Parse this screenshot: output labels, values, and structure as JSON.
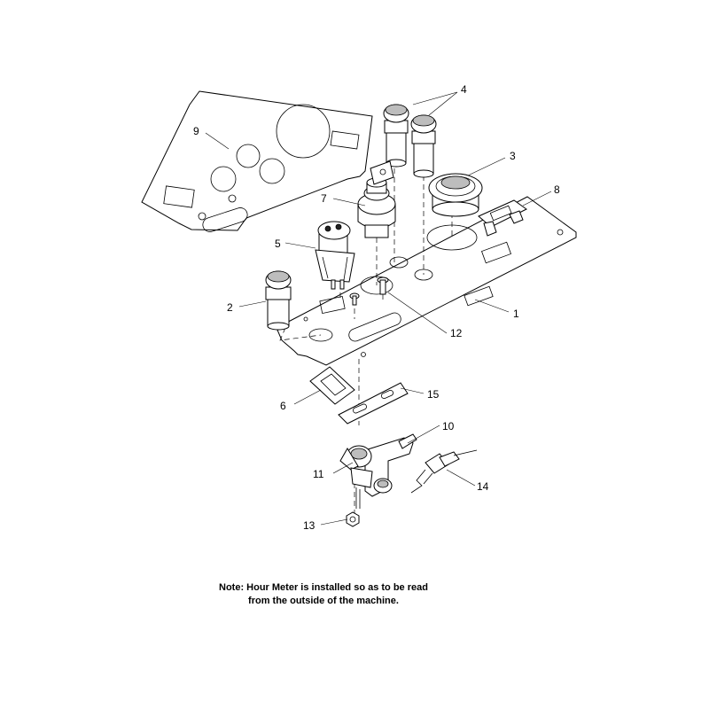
{
  "callouts": {
    "c1": "1",
    "c2": "2",
    "c3": "3",
    "c4": "4",
    "c5": "5",
    "c6": "6",
    "c7": "7",
    "c8": "8",
    "c9": "9",
    "c10": "10",
    "c11": "11",
    "c12": "12",
    "c13": "13",
    "c14": "14",
    "c15": "15"
  },
  "note": {
    "line1": "Note: Hour Meter is installed so as to be read",
    "line2": "from the outside of the machine."
  }
}
